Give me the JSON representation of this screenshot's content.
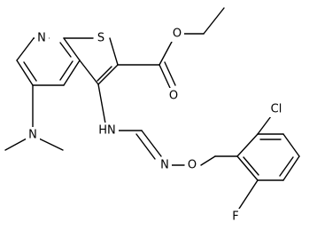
{
  "structure": {
    "kind": "chemical-structure",
    "labels": {
      "ring_n": "N",
      "ring_s": "S",
      "ester_o_single": "O",
      "ester_o_carbonyl": "O",
      "amine_n": "N",
      "nh": "HN",
      "imine_n": "N",
      "oxime_o": "O",
      "chloro": "Cl",
      "fluoro": "F"
    }
  }
}
